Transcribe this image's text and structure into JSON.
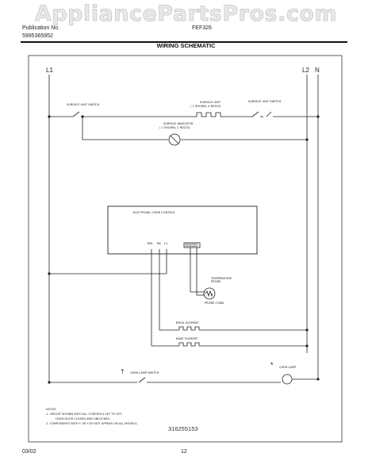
{
  "watermark": "AppliancePartsPros.com",
  "header": {
    "pub_label": "Publication No.",
    "pub_number": "5995365952",
    "model": "FEF326",
    "title": "WIRING SCHEMATIC"
  },
  "rails": {
    "l1": "L1",
    "l2": "L2",
    "n": "N"
  },
  "components": {
    "surface_unit_switch_left": "SURFACE UNIT SWITCH",
    "surface_unit": "SURFACE UNIT",
    "surface_unit_sub": "( 1 SHOWN, 4 REQ'D)",
    "surface_unit_switch_right": "SURFACE UNIT SWITCH",
    "surface_indicator": "SURFACE INDICATOR",
    "surface_indicator_sub": "( 1 SHOWN, 2 REQ'D)",
    "eoc": "ELECTRONIC OVEN CONTROL",
    "eoc_terminals": [
      "BRL",
      "BK",
      "L1"
    ],
    "temp_probe": "TEMPERATURE PROBE",
    "probe_conn": "PROBE CONN",
    "broil": "BROIL ELEMENT",
    "bake": "BAKE ELEMENT",
    "oven_lamp_switch": "OVEN LAMP SWITCH",
    "oven_lamp": "OVEN LAMP",
    "asterisk": "*",
    "dagger": "†"
  },
  "notes": {
    "heading": "NOTES:",
    "n1": "1.  CIRCUIT SHOWN WITH ALL CONTROLS SET TO OFF,",
    "n1b": "OVEN DOOR CLOSED AND UNLOCKED.",
    "n2": "2.  COMPONENTS WITH * OR † DO NOT APPEAR ON ALL MODELS."
  },
  "part_number": "316255153",
  "footer": {
    "date": "03/02",
    "page": "12"
  }
}
